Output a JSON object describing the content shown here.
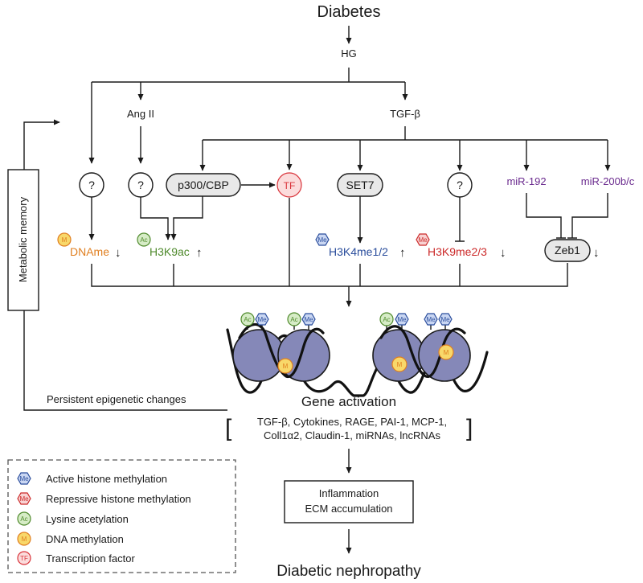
{
  "top": {
    "title": "Diabetes",
    "hg": "HG",
    "ang": "Ang II",
    "tgf": "TGF-β"
  },
  "nodes": {
    "q1": "?",
    "q2": "?",
    "q3": "?",
    "p300": "p300/CBP",
    "tf": "TF",
    "set7": "SET7",
    "mir192": "miR-192",
    "mir200": "miR-200b/c",
    "zeb1": "Zeb1"
  },
  "effects": {
    "dname": "DNAme",
    "h3k9ac": "H3K9ac",
    "h3k4": "H3K4me1/2",
    "h3k9me": "H3K9me2/3",
    "down": "↓",
    "up": "↑"
  },
  "badges": {
    "me": "Me",
    "ac": "Ac",
    "m": "M",
    "tf": "TF"
  },
  "side": {
    "memory": "Metabolic memory",
    "persistent": "Persistent epigenetic changes"
  },
  "genes": {
    "title": "Gene activation",
    "line1": "TGF-β, Cytokines, RAGE, PAI-1, MCP-1,",
    "line2": "Coll1α2, Claudin-1, miRNAs, lncRNAs",
    "bracket_left": "[",
    "bracket_right": "]"
  },
  "outcome": {
    "box_line1": "Inflammation",
    "box_line2": "ECM accumulation",
    "final": "Diabetic nephropathy"
  },
  "legend": {
    "items": [
      "Active histone methylation",
      "Repressive histone methylation",
      "Lysine acetylation",
      "DNA methylation",
      "Transcription factor"
    ]
  },
  "colors": {
    "dname": "#e07f20",
    "h3k9ac": "#4f8a2c",
    "h3k4": "#2a4d9c",
    "h3k9me": "#cc2a2a",
    "mirna": "#6a2a8e",
    "tf": "#d9333a",
    "me_active_fill": "#c9d6f2",
    "me_active_stroke": "#2a4d9c",
    "me_rep_fill": "#f8d2d2",
    "me_rep_stroke": "#cc2a2a",
    "ac_fill": "#d6ecc6",
    "ac_stroke": "#4f8a2c",
    "m_fill": "#f8d86a",
    "m_stroke": "#e07f20",
    "tf_fill": "#fbdcdc",
    "tf_stroke": "#d9333a",
    "nucleosome": "#8588b8"
  }
}
